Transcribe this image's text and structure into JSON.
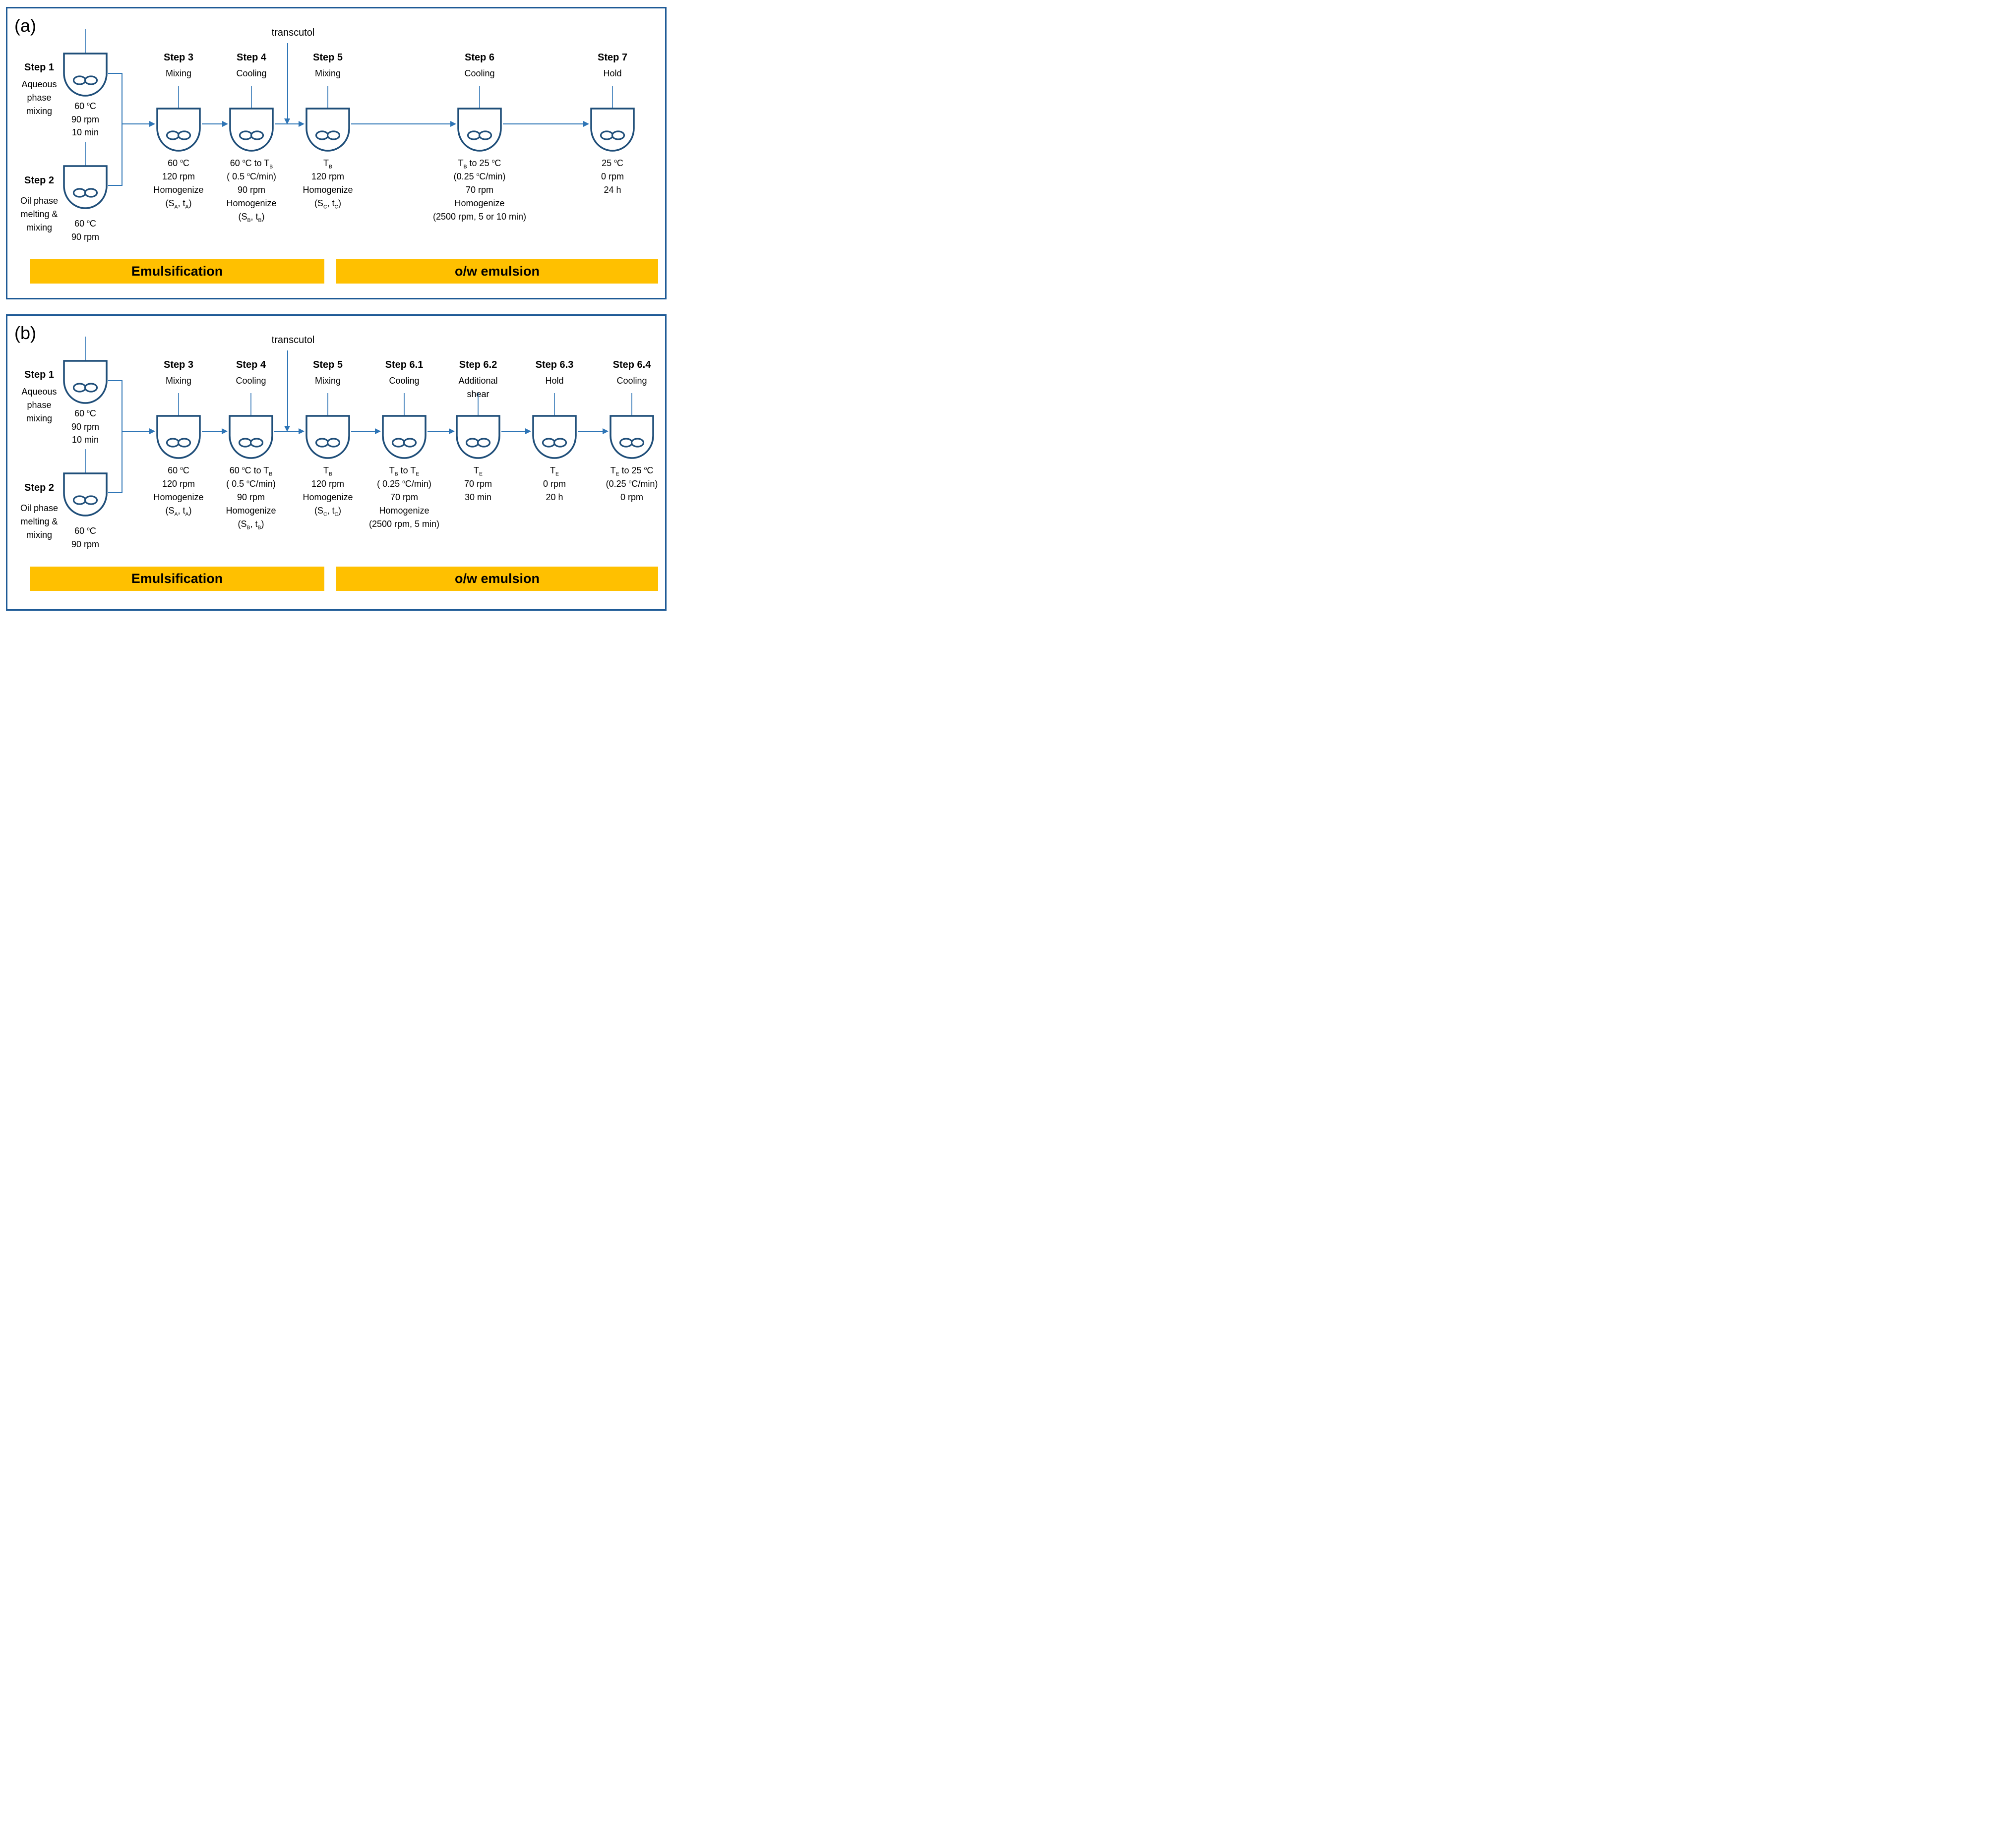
{
  "colors": {
    "vessel_outline": "#1f4e79",
    "flow_arrow": "#2e75b6",
    "panel_border": "#1e5a96",
    "stage_bar": "#ffc000",
    "text": "#000000"
  },
  "panels": [
    {
      "label": "(a)",
      "transcutol_label": "transcutol",
      "feeders": [
        {
          "title": "Step 1",
          "desc_lines": [
            "Aqueous",
            "phase",
            "mixing"
          ],
          "params": [
            "60 ^{o}C",
            "90 rpm",
            "10 min"
          ]
        },
        {
          "title": "Step 2",
          "desc_lines": [
            "Oil phase",
            "melting &",
            "mixing"
          ],
          "params": [
            "60 ^{o}C",
            "90 rpm"
          ]
        }
      ],
      "steps": [
        {
          "title": "Step 3",
          "subtitle": "Mixing",
          "params": [
            "60 ^{o}C",
            "120 rpm",
            "Homogenize",
            "(S_{A}, t_{A})"
          ]
        },
        {
          "title": "Step 4",
          "subtitle": "Cooling",
          "params": [
            "60 ^{o}C to T_{B}",
            "( 0.5 ^{o}C/min)",
            "90 rpm",
            "Homogenize",
            "(S_{B}, t_{B})"
          ]
        },
        {
          "title": "Step 5",
          "subtitle": "Mixing",
          "params": [
            "T_{B}",
            "120 rpm",
            "Homogenize",
            "(S_{C}, t_{C})"
          ]
        },
        {
          "title": "Step 6",
          "subtitle": "Cooling",
          "params": [
            "T_{B} to 25 ^{o}C",
            "(0.25 ^{o}C/min)",
            "70 rpm",
            "Homogenize",
            "(2500 rpm, 5 or 10 min)"
          ]
        },
        {
          "title": "Step 7",
          "subtitle": "Hold",
          "params": [
            "25 ^{o}C",
            "0 rpm",
            "24 h"
          ]
        }
      ],
      "bars": [
        {
          "label": "Emulsification"
        },
        {
          "label": "o/w emulsion"
        }
      ]
    },
    {
      "label": "(b)",
      "transcutol_label": "transcutol",
      "feeders": [
        {
          "title": "Step 1",
          "desc_lines": [
            "Aqueous",
            "phase",
            "mixing"
          ],
          "params": [
            "60 ^{o}C",
            "90 rpm",
            "10 min"
          ]
        },
        {
          "title": "Step 2",
          "desc_lines": [
            "Oil phase",
            "melting &",
            "mixing"
          ],
          "params": [
            "60 ^{o}C",
            "90 rpm"
          ]
        }
      ],
      "steps": [
        {
          "title": "Step 3",
          "subtitle": "Mixing",
          "params": [
            "60 ^{o}C",
            "120 rpm",
            "Homogenize",
            "(S_{A}, t_{A})"
          ]
        },
        {
          "title": "Step 4",
          "subtitle": "Cooling",
          "params": [
            "60 ^{o}C to T_{B}",
            "( 0.5 ^{o}C/min)",
            "90 rpm",
            "Homogenize",
            "(S_{B}, t_{B})"
          ]
        },
        {
          "title": "Step 5",
          "subtitle": "Mixing",
          "params": [
            "T_{B}",
            "120 rpm",
            "Homogenize",
            "(S_{C}, t_{C})"
          ]
        },
        {
          "title": "Step 6.1",
          "subtitle": "Cooling",
          "params": [
            "T_{B} to T_{E}",
            "( 0.25 ^{o}C/min)",
            "70 rpm",
            "Homogenize",
            "(2500 rpm, 5 min)"
          ]
        },
        {
          "title": "Step 6.2",
          "subtitle": "Additional shear",
          "params": [
            "T_{E}",
            "70 rpm",
            "30 min"
          ]
        },
        {
          "title": "Step 6.3",
          "subtitle": "Hold",
          "params": [
            "T_{E}",
            "0 rpm",
            "20 h"
          ]
        },
        {
          "title": "Step 6.4",
          "subtitle": "Cooling",
          "params": [
            "T_{E} to 25 ^{o}C",
            "(0.25 ^{o}C/min)",
            "0 rpm"
          ]
        }
      ],
      "bars": [
        {
          "label": "Emulsification"
        },
        {
          "label": "o/w emulsion"
        }
      ]
    }
  ]
}
